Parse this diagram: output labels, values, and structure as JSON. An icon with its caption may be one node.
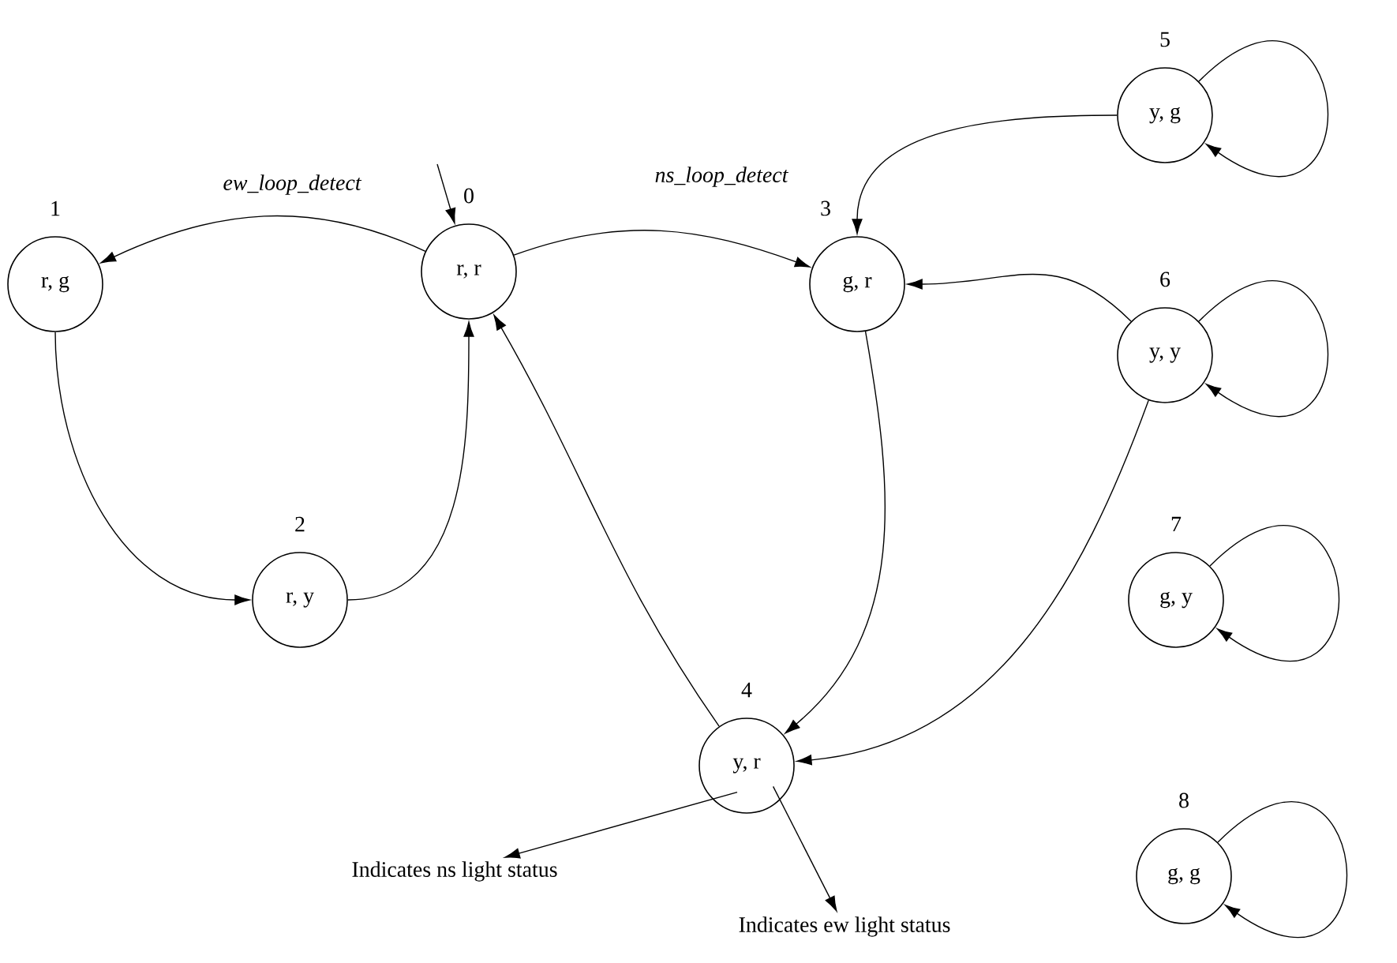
{
  "diagram": {
    "nodes": [
      {
        "text": [
          "r, r"
        ],
        "beside": [
          "0"
        ]
      },
      {
        "text": [
          "r, g"
        ],
        "beside": [
          "1"
        ]
      },
      {
        "text": [
          "r, y"
        ],
        "beside": [
          "2"
        ]
      },
      {
        "text": [
          "g, r"
        ],
        "beside": [
          "3"
        ]
      },
      {
        "text": [
          "y, r"
        ],
        "beside": [
          "4"
        ]
      },
      {
        "text": [
          "y, g"
        ],
        "beside": [
          "5"
        ]
      },
      {
        "text": [
          "y, y"
        ],
        "beside": [
          "6"
        ]
      },
      {
        "text": [
          "g, y"
        ],
        "beside": [
          "7"
        ]
      },
      {
        "text": [
          "g, g"
        ],
        "beside": [
          "8"
        ]
      },
      {
        "text": [
          "Indicates ns light status"
        ]
      },
      {
        "text": [
          "Indicates ew light status"
        ]
      }
    ],
    "edges": [
      {
        "from": null,
        "to": 0,
        "arrow": "to"
      },
      {
        "from": 0,
        "to": 1,
        "arrow": "to",
        "label": "ew_loop_detect"
      },
      {
        "from": 1,
        "to": 2,
        "arrow": "to"
      },
      {
        "from": 2,
        "to": 0,
        "arrow": "to"
      },
      {
        "from": 0,
        "to": 3,
        "arrow": "to",
        "label": "ns_loop_detect"
      },
      {
        "from": 3,
        "to": 4,
        "arrow": "to"
      },
      {
        "from": 4,
        "to": 0,
        "arrow": "to"
      },
      {
        "from": 5,
        "to": 3,
        "arrow": "to"
      },
      {
        "from": 6,
        "to": 3,
        "arrow": "to"
      },
      {
        "from": 6,
        "to": 4,
        "arrow": "to"
      },
      {
        "from": 5,
        "to": 5,
        "arrow": "to"
      },
      {
        "from": 6,
        "to": 6,
        "arrow": "to"
      },
      {
        "from": 7,
        "to": 7,
        "arrow": "to"
      },
      {
        "from": 8,
        "to": 8,
        "arrow": "to"
      },
      {
        "from": 4,
        "to": 9,
        "arrow": "to"
      },
      {
        "from": 4,
        "to": 10,
        "arrow": "to"
      }
    ]
  }
}
